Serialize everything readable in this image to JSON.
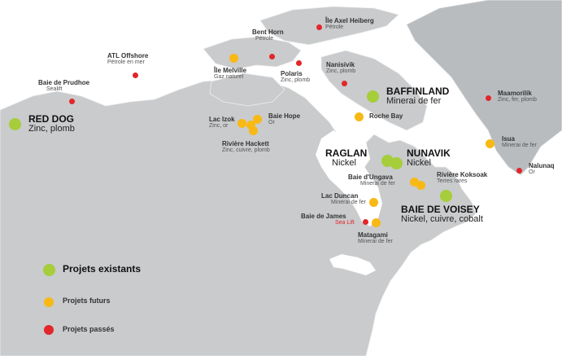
{
  "colors": {
    "existing": "#a6cd3a",
    "future": "#f9b914",
    "past": "#e2262a",
    "land": "#c9cbcd",
    "land_dark": "#b9bcbf",
    "water": "#ffffff",
    "borders": "#eeeeee"
  },
  "legend": {
    "existing": "Projets existants",
    "future": "Projets futurs",
    "past": "Projets passés"
  },
  "sites": {
    "red_dog": {
      "name": "RED DOG",
      "desc": "Zinc, plomb"
    },
    "baie_prudhoe": {
      "name": "Baie de Prudhoe",
      "desc": "Sealift"
    },
    "atl_offshore": {
      "name": "ATL Offshore",
      "desc": "Pétrole en mer"
    },
    "ile_melville": {
      "name": "Île Melville",
      "desc": "Gaz naturel"
    },
    "bent_horn": {
      "name": "Bent Horn",
      "desc": "Pétrole"
    },
    "polaris": {
      "name": "Polaris",
      "desc": "Zinc, plomb"
    },
    "ile_axel": {
      "name": "Île Axel Heiberg",
      "desc": "Pétrole"
    },
    "nanisivik": {
      "name": "Nanisivik",
      "desc": "Zinc, plomb"
    },
    "baffinland": {
      "name": "BAFFINLAND",
      "desc": "Minerai de fer"
    },
    "maamorilik": {
      "name": "Maamorilik",
      "desc": "Zinc, fer, plomb"
    },
    "roche_bay": {
      "name": "Roche Bay",
      "desc": ""
    },
    "lac_izok": {
      "name": "Lac Izok",
      "desc": "Zinc, or"
    },
    "baie_hope": {
      "name": "Baie Hope",
      "desc": "Or"
    },
    "riviere_hackett": {
      "name": "Rivière Hackett",
      "desc": "Zinc, cuivre, plomb"
    },
    "isua": {
      "name": "Isua",
      "desc": "Minerai de fer"
    },
    "nalunaq": {
      "name": "Nalunaq",
      "desc": "Or"
    },
    "raglan": {
      "name": "RAGLAN",
      "desc": "Nickel"
    },
    "nunavik": {
      "name": "NUNAVIK",
      "desc": "Nickel"
    },
    "baie_ungava": {
      "name": "Baie d'Ungava",
      "desc": "Minerai de fer"
    },
    "riviere_koksoak": {
      "name": "Rivière Koksoak",
      "desc": "Terres rares"
    },
    "baie_voisey": {
      "name": "BAIE DE VOISEY",
      "desc": "Nickel, cuivre, cobalt"
    },
    "lac_duncan": {
      "name": "Lac Duncan",
      "desc": "Minerai de fer"
    },
    "baie_james": {
      "name": "Baie de James",
      "desc": "Sea Lift"
    },
    "matagami": {
      "name": "Matagami",
      "desc": "Minerai de fer"
    }
  }
}
